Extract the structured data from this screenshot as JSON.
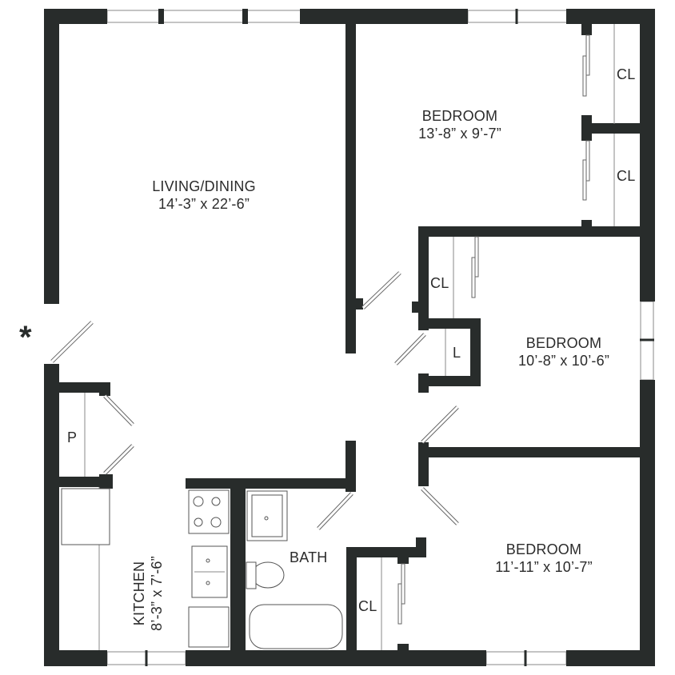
{
  "floorplan": {
    "rooms": [
      {
        "id": "living",
        "name": "LIVING/DINING",
        "dimensions": "14’-3” x 22’-6”"
      },
      {
        "id": "bedroom1",
        "name": "BEDROOM",
        "dimensions": "13’-8” x 9’-7”"
      },
      {
        "id": "bedroom2",
        "name": "BEDROOM",
        "dimensions": "10’-8” x 10’-6”"
      },
      {
        "id": "bedroom3",
        "name": "BEDROOM",
        "dimensions": "11’-11” x 10’-7”"
      },
      {
        "id": "kitchen",
        "name": "KITCHEN",
        "dimensions": "8’-3” x 7’-6”"
      },
      {
        "id": "bath",
        "name": "BATH"
      }
    ],
    "closets": [
      "CL",
      "CL",
      "CL",
      "L",
      "CL",
      "P"
    ],
    "entry_marker": "*",
    "colors": {
      "wall": "#282c2b",
      "background": "#ffffff",
      "text": "#2b2b2b"
    }
  }
}
